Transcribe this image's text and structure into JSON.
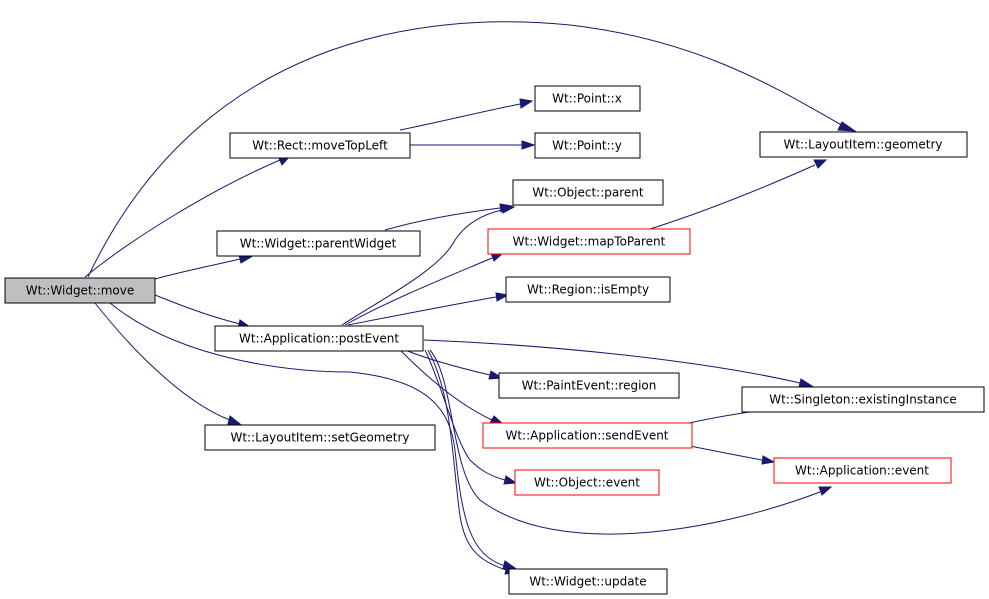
{
  "nodes": {
    "widget_move": {
      "label": "Wt::Widget::move",
      "highlight": "root"
    },
    "rect_moveTopLeft": {
      "label": "Wt::Rect::moveTopLeft",
      "highlight": "none"
    },
    "widget_parentWidget": {
      "label": "Wt::Widget::parentWidget",
      "highlight": "none"
    },
    "application_postEvent": {
      "label": "Wt::Application::postEvent",
      "highlight": "none"
    },
    "layoutItem_setGeometry": {
      "label": "Wt::LayoutItem::setGeometry",
      "highlight": "none"
    },
    "point_x": {
      "label": "Wt::Point::x",
      "highlight": "none"
    },
    "point_y": {
      "label": "Wt::Point::y",
      "highlight": "none"
    },
    "object_parent": {
      "label": "Wt::Object::parent",
      "highlight": "none"
    },
    "widget_mapToParent": {
      "label": "Wt::Widget::mapToParent",
      "highlight": "red"
    },
    "region_isEmpty": {
      "label": "Wt::Region::isEmpty",
      "highlight": "none"
    },
    "paintEvent_region": {
      "label": "Wt::PaintEvent::region",
      "highlight": "none"
    },
    "application_sendEvent": {
      "label": "Wt::Application::sendEvent",
      "highlight": "red"
    },
    "object_event": {
      "label": "Wt::Object::event",
      "highlight": "red"
    },
    "widget_update": {
      "label": "Wt::Widget::update",
      "highlight": "none"
    },
    "layoutItem_geometry": {
      "label": "Wt::LayoutItem::geometry",
      "highlight": "none"
    },
    "singleton_existingInstance": {
      "label": "Wt::Singleton::existingInstance",
      "highlight": "none"
    },
    "application_event": {
      "label": "Wt::Application::event",
      "highlight": "red"
    }
  },
  "colors": {
    "edge": "#191970",
    "root_fill": "#bfbfbf",
    "box_border": "#000000",
    "red_border": "#ff0000"
  }
}
